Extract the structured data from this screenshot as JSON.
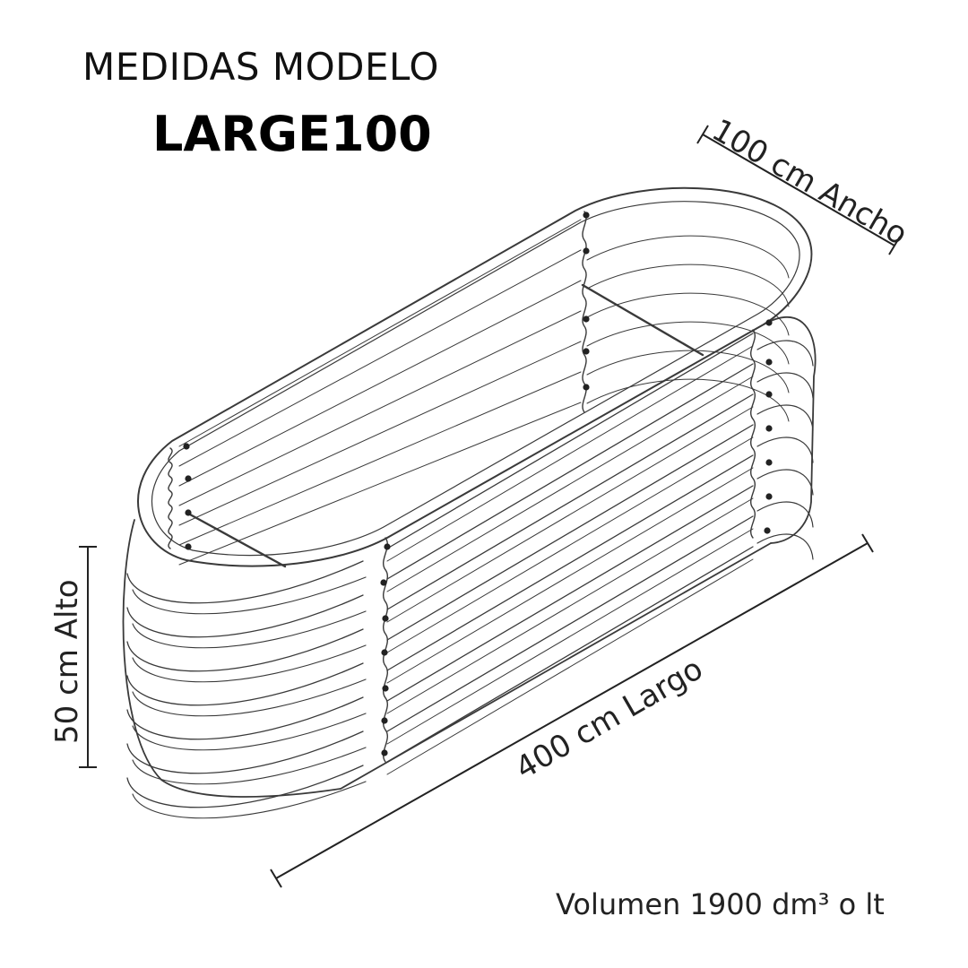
{
  "header": {
    "title": "MEDIDAS MODELO",
    "model": "LARGE100"
  },
  "dimensions": {
    "width": "100 cm  Ancho",
    "height": "50 cm  Alto",
    "length": "400 cm  Largo"
  },
  "footer": {
    "volume": "Volumen 1900 dm³ o lt"
  },
  "colors": {
    "line": "#3a3a3a",
    "bolt": "#222222"
  }
}
